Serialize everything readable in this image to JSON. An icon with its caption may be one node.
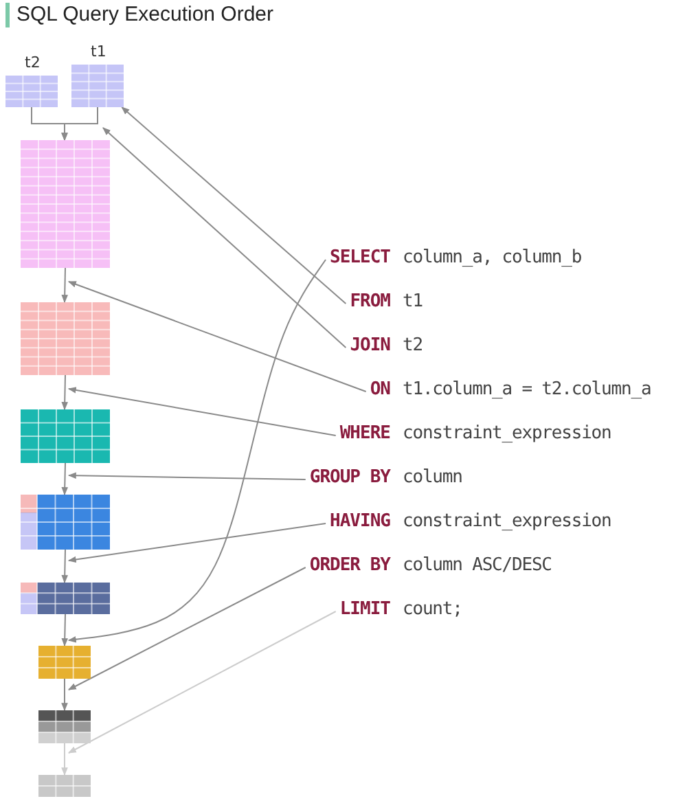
{
  "diagram": {
    "title": "SQL Query Execution Order",
    "nodes": [
      {
        "text": [],
        "shape": "table",
        "beside": [
          "t2"
        ]
      },
      {
        "text": [],
        "shape": "table",
        "beside": [
          "t1"
        ]
      },
      {
        "text": [],
        "shape": "table"
      },
      {
        "text": [],
        "shape": "table"
      },
      {
        "text": [],
        "shape": "table"
      },
      {
        "text": [],
        "shape": "table"
      },
      {
        "text": [],
        "shape": "table"
      },
      {
        "text": [],
        "shape": "table"
      },
      {
        "text": [],
        "shape": "table"
      },
      {
        "text": [],
        "shape": "table"
      },
      {
        "text": [
          "SELECT"
        ],
        "beside": [
          "column_a, column_b"
        ]
      },
      {
        "text": [
          "FROM"
        ],
        "beside": [
          "t1"
        ]
      },
      {
        "text": [
          "JOIN"
        ],
        "beside": [
          "t2"
        ]
      },
      {
        "text": [
          "ON"
        ],
        "beside": [
          "t1.column_a = t2.column_a"
        ]
      },
      {
        "text": [
          "WHERE"
        ],
        "beside": [
          "constraint_expression"
        ]
      },
      {
        "text": [
          "GROUP BY"
        ],
        "beside": [
          "column"
        ]
      },
      {
        "text": [
          "HAVING"
        ],
        "beside": [
          "constraint_expression"
        ]
      },
      {
        "text": [
          "ORDER BY"
        ],
        "beside": [
          "column ASC/DESC"
        ]
      },
      {
        "text": [
          "LIMIT"
        ],
        "beside": [
          "count;"
        ]
      }
    ],
    "edges": [
      {
        "from": 0,
        "to": 2,
        "arrow": "to"
      },
      {
        "from": 1,
        "to": 2,
        "arrow": "to"
      },
      {
        "from": 2,
        "to": 3,
        "arrow": "to"
      },
      {
        "from": 3,
        "to": 4,
        "arrow": "to"
      },
      {
        "from": 4,
        "to": 5,
        "arrow": "to"
      },
      {
        "from": 5,
        "to": 6,
        "arrow": "to"
      },
      {
        "from": 6,
        "to": 7,
        "arrow": "to"
      },
      {
        "from": 7,
        "to": 8,
        "arrow": "to"
      },
      {
        "from": 8,
        "to": 9,
        "arrow": "to",
        "color": "#cccccc"
      },
      {
        "from": 10,
        "to": 7,
        "arrow": "to"
      },
      {
        "from": 11,
        "to": 1,
        "arrow": "to"
      },
      {
        "from": 12,
        "to": 1,
        "arrow": "to"
      },
      {
        "from": 13,
        "to": 3,
        "arrow": "to"
      },
      {
        "from": 14,
        "to": 4,
        "arrow": "to"
      },
      {
        "from": 15,
        "to": 4,
        "arrow": "to"
      },
      {
        "from": 16,
        "to": 5,
        "arrow": "to"
      },
      {
        "from": 17,
        "to": 7,
        "arrow": "to"
      },
      {
        "from": 18,
        "to": 8,
        "arrow": "to",
        "color": "#cccccc"
      }
    ]
  }
}
